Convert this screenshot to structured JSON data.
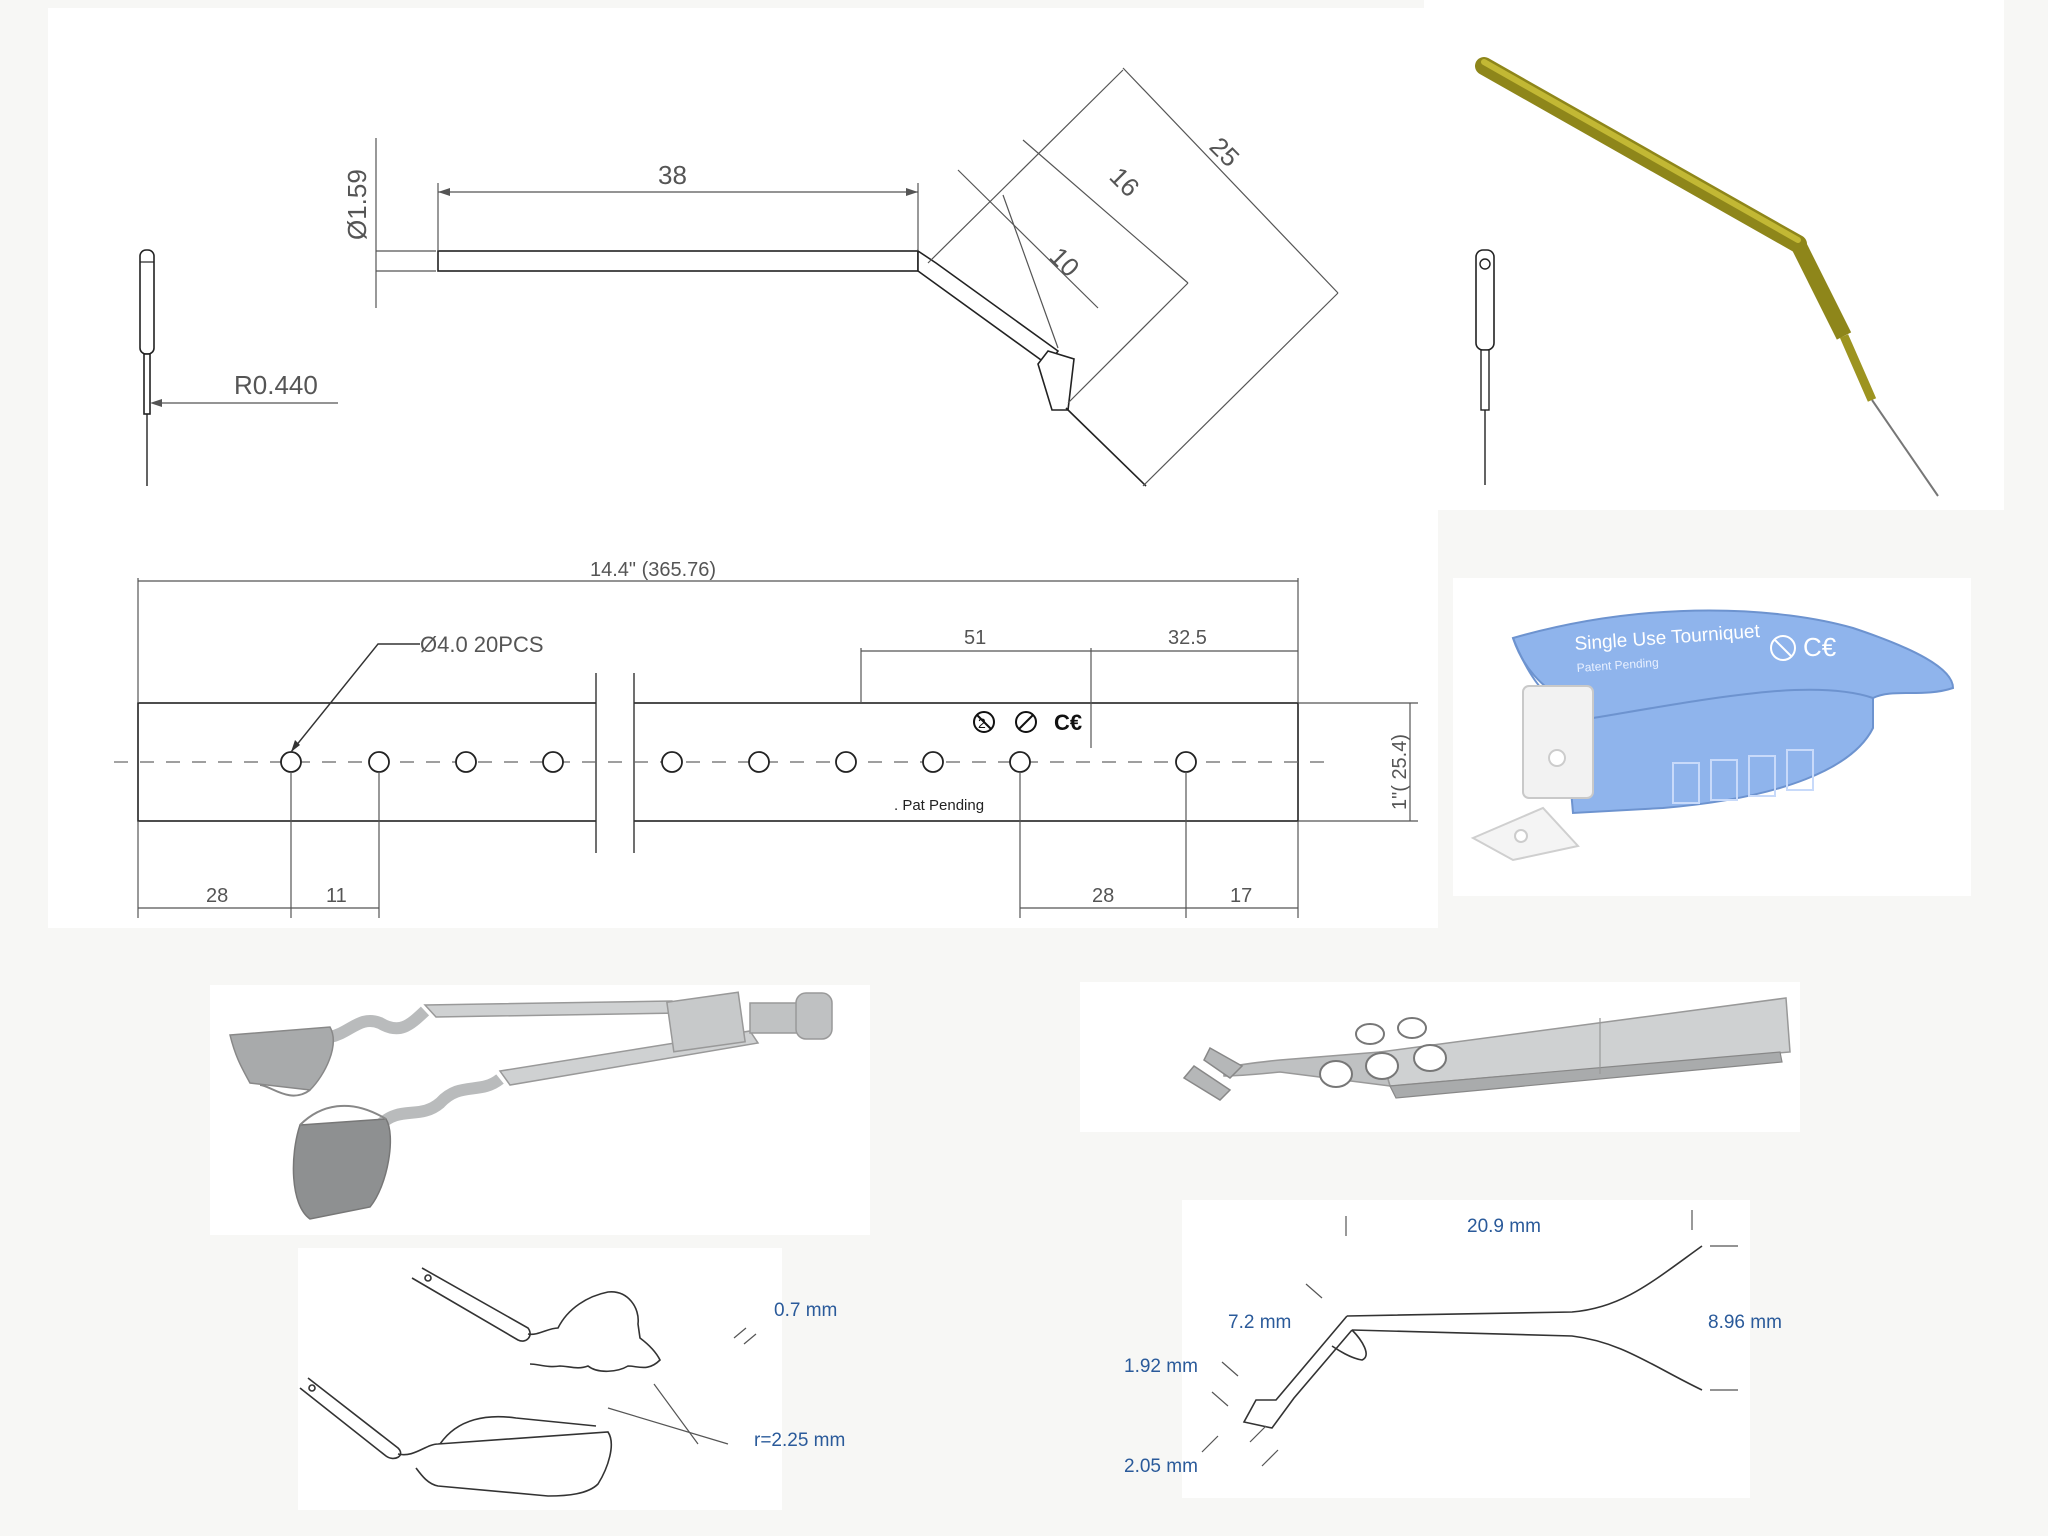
{
  "needle_drawing": {
    "dim_diameter": "Ø1.59",
    "dim_length": "38",
    "dim_radius": "R0.440",
    "dim_10": "10",
    "dim_16": "16",
    "dim_25": "25"
  },
  "ruler_drawing": {
    "total_length": "14.4\" (365.76)",
    "hole_note": "Ø4.0 20PCS",
    "dim_51": "51",
    "dim_32_5": "32.5",
    "height": "1\"( 25.4)",
    "dim_28_left": "28",
    "dim_11": "11",
    "dim_28_right": "28",
    "dim_17": "17",
    "pat_pending": ". Pat Pending",
    "ce_mark": "C€"
  },
  "tourniquet_photo": {
    "strap_text": "Single Use Tourniquet",
    "strap_subtext": "Patent Pending",
    "ce_mark": "C€",
    "strap_color": "#8fb4ec"
  },
  "speculum_drawing": {
    "dim_thickness": "0.7 mm",
    "dim_radius": "r=2.25 mm"
  },
  "forceps_drawing": {
    "dim_length": "20.9 mm",
    "dim_tip": "7.2 mm",
    "dim_width": "8.96 mm",
    "dim_jaw": "1.92 mm",
    "dim_tip_width": "2.05 mm"
  },
  "colors": {
    "needle_gold": "#a39a1e",
    "dim_blue": "#2a5a9a"
  }
}
